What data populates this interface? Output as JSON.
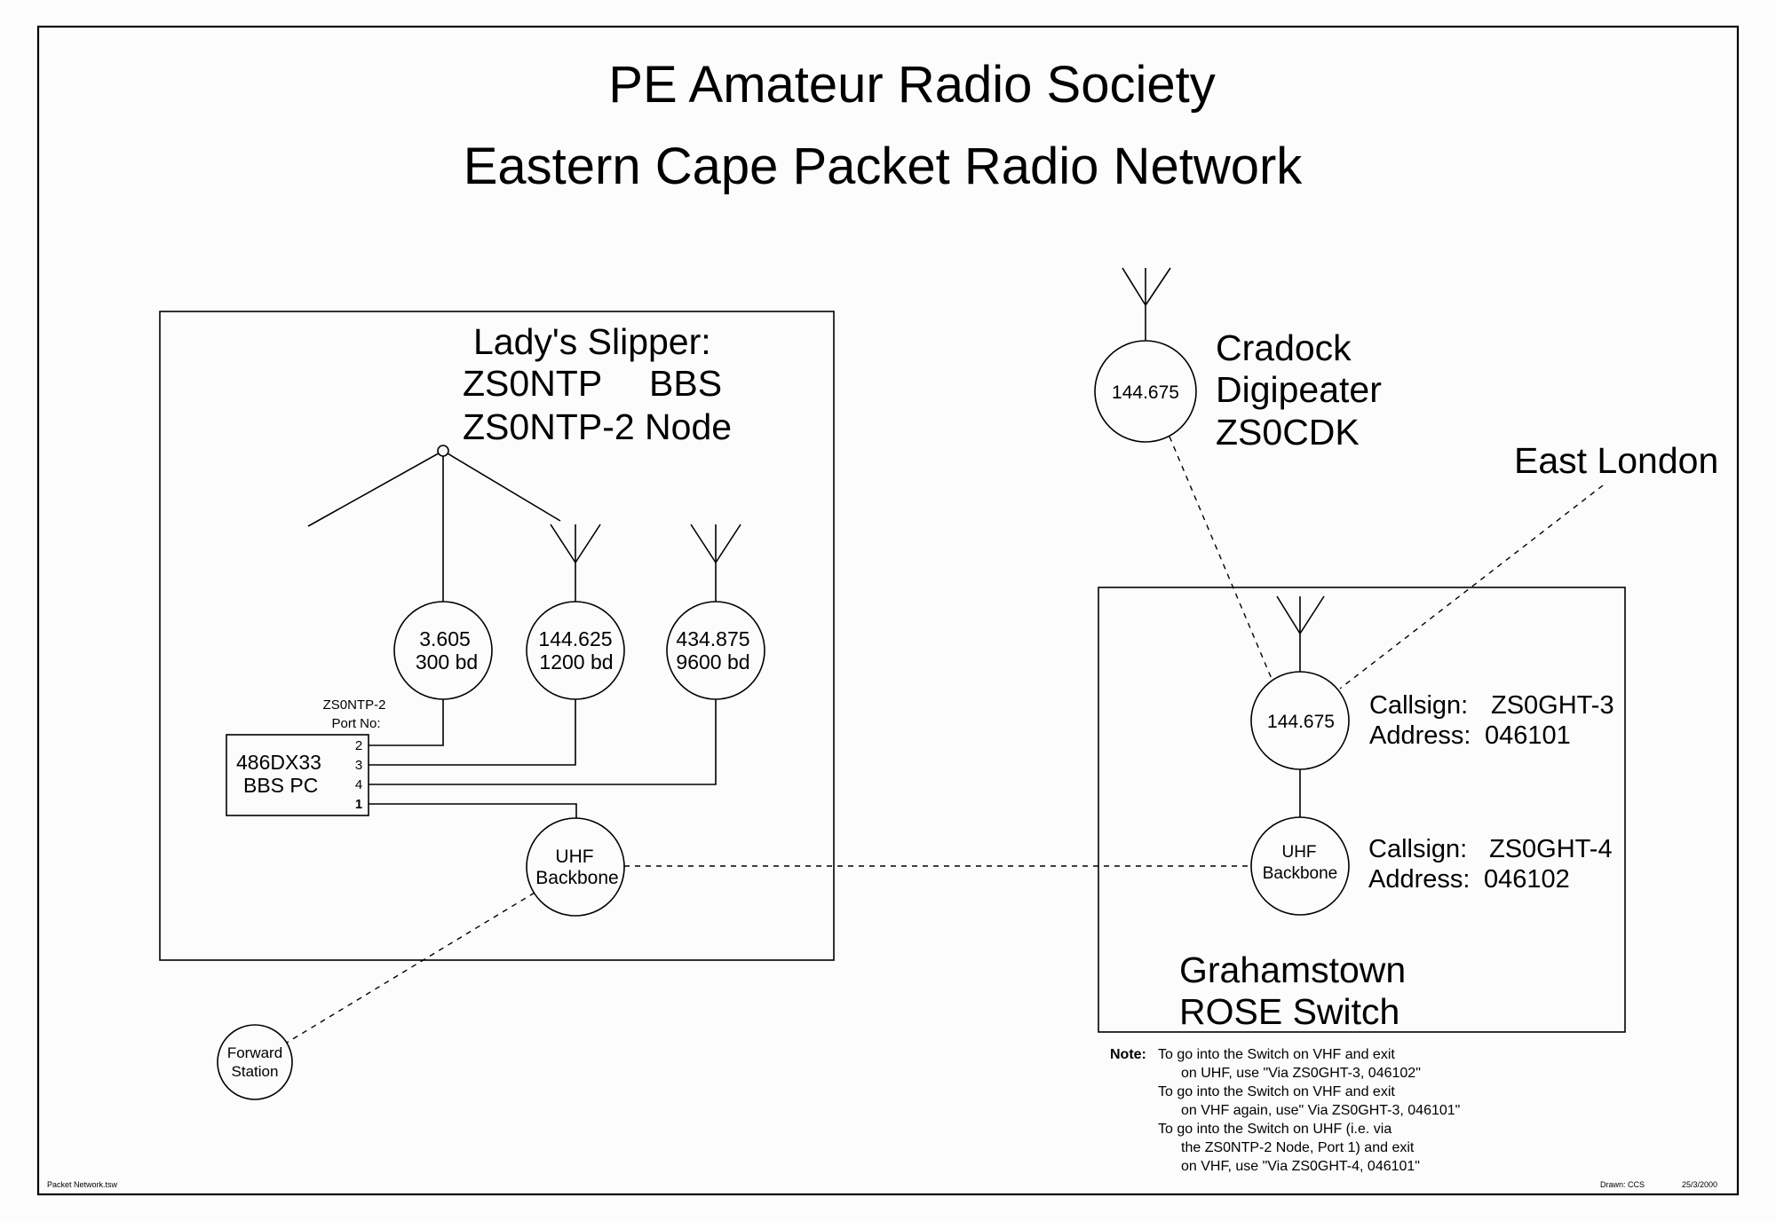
{
  "title": {
    "line1": "PE Amateur Radio Society",
    "line2": "Eastern Cape Packet Radio Network"
  },
  "ladys_slipper": {
    "heading": "Lady's Slipper:",
    "bbs_call": "ZS0NTP",
    "bbs_label": "BBS",
    "node_line": "ZS0NTP-2 Node",
    "port_caption_1": "ZS0NTP-2",
    "port_caption_2": "Port No:",
    "pc_line1": "486DX33",
    "pc_line2": "BBS PC",
    "ports": [
      "2",
      "3",
      "4",
      "1"
    ],
    "radios": [
      {
        "freq": "3.605",
        "baud": "300 bd"
      },
      {
        "freq": "144.625",
        "baud": "1200 bd"
      },
      {
        "freq": "434.875",
        "baud": "9600 bd"
      }
    ],
    "uhf_line1": "UHF",
    "uhf_line2": "Backbone"
  },
  "forward_station": {
    "line1": "Forward",
    "line2": "Station"
  },
  "cradock": {
    "freq": "144.675",
    "line1": "Cradock",
    "line2": "Digipeater",
    "line3": "ZS0CDK"
  },
  "east_london": {
    "label": "East London"
  },
  "grahamstown": {
    "vhf_freq": "144.675",
    "vhf_callsign_label": "Callsign:",
    "vhf_callsign": "ZS0GHT-3",
    "vhf_address_label": "Address:",
    "vhf_address": "046101",
    "uhf_line1": "UHF",
    "uhf_line2": "Backbone",
    "uhf_callsign_label": "Callsign:",
    "uhf_callsign": "ZS0GHT-4",
    "uhf_address_label": "Address:",
    "uhf_address": "046102",
    "name_line1": "Grahamstown",
    "name_line2": "ROSE Switch"
  },
  "note": {
    "label": "Note:",
    "lines": [
      "To go into the Switch on VHF and exit",
      "on UHF, use \"Via ZS0GHT-3, 046102\"",
      "To go into the Switch on VHF and exit",
      "on VHF again, use\" Via ZS0GHT-3, 046101\"",
      "To go into the Switch on UHF (i.e. via",
      "the ZS0NTP-2 Node, Port 1) and exit",
      "on VHF, use \"Via ZS0GHT-4, 046101\""
    ]
  },
  "footer": {
    "filename": "Packet Network.tsw",
    "drawn": "Drawn: CCS",
    "date": "25/3/2000"
  }
}
